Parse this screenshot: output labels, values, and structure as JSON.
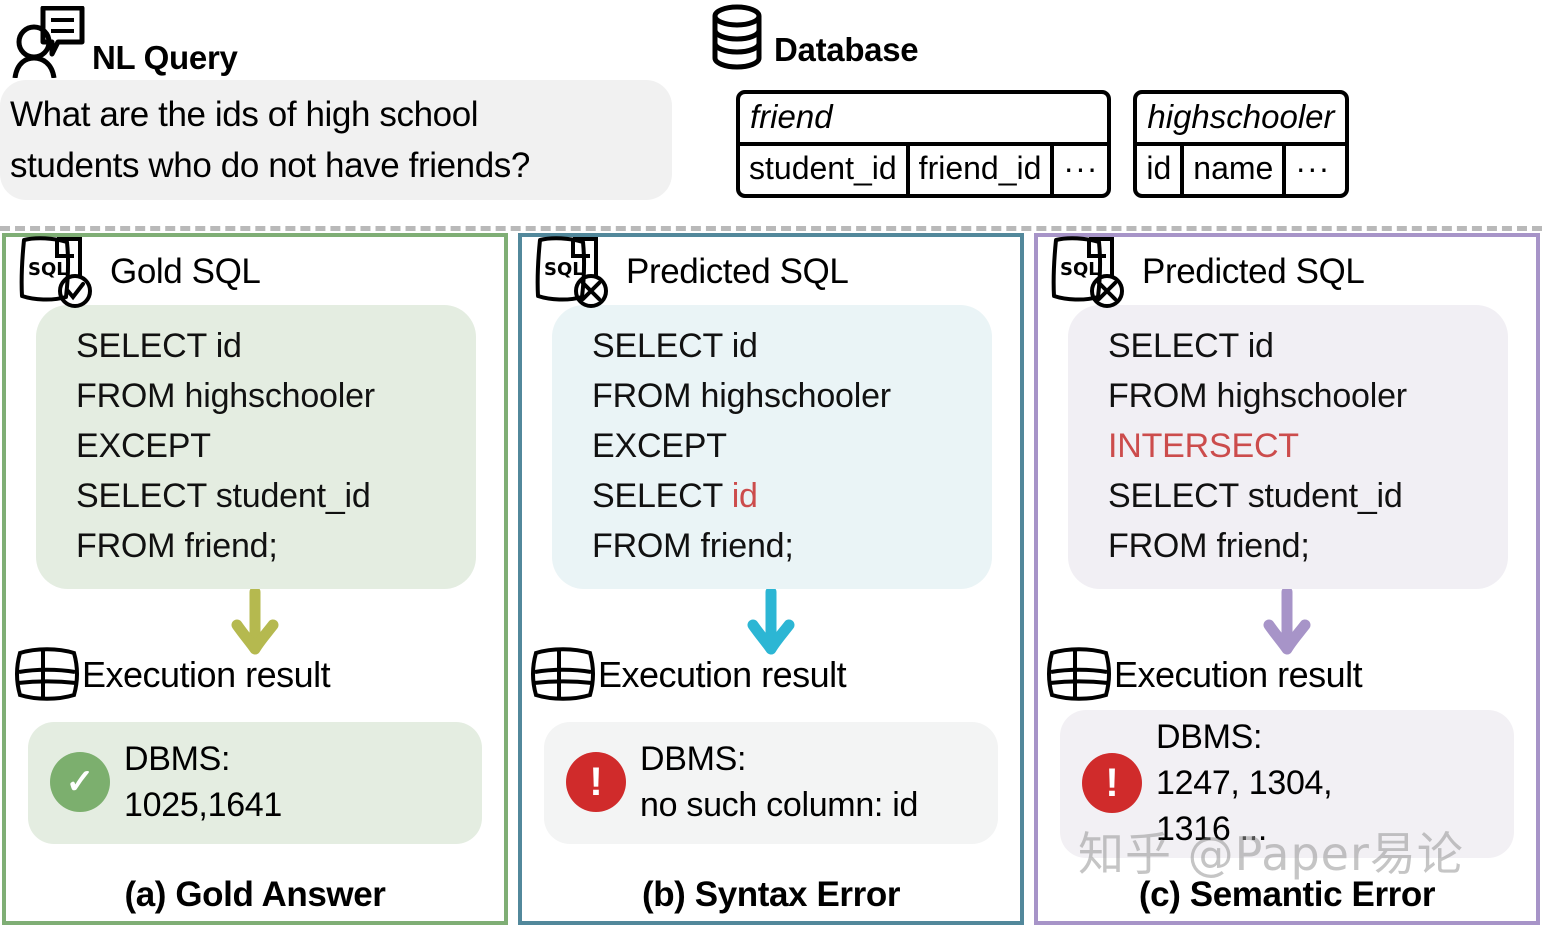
{
  "nl_query": {
    "title": "NL Query",
    "icon": "person-speech-bubble-icon",
    "lines": [
      "What are the ids of high school",
      "students who do not have friends?"
    ]
  },
  "database": {
    "title": "Database",
    "icon": "database-cylinder-icon",
    "tables": [
      {
        "name": "friend",
        "columns": [
          "student_id",
          "friend_id",
          "···"
        ]
      },
      {
        "name": "highschooler",
        "columns": [
          "id",
          "name",
          "···"
        ]
      }
    ]
  },
  "panels": [
    {
      "id": "gold",
      "header_label": "Gold SQL",
      "header_icon": "sql-document-check-icon",
      "border_color": "#7fae75",
      "code_bg": "#e4ede1",
      "arrow_color": "#b5b94f",
      "code_lines": [
        {
          "text": "SELECT id",
          "error_token": ""
        },
        {
          "text": "FROM highschooler",
          "error_token": ""
        },
        {
          "text": "EXCEPT",
          "error_token": ""
        },
        {
          "text": "SELECT student_id",
          "error_token": ""
        },
        {
          "text": "FROM friend;",
          "error_token": ""
        }
      ],
      "result_label": "Execution result",
      "result_icon": "table-grid-icon",
      "status_icon": "check-circle-icon",
      "status_color": "#7caf6e",
      "status_glyph": "✓",
      "result_lines": [
        "DBMS:",
        "1025,1641"
      ],
      "caption": "(a) Gold Answer"
    },
    {
      "id": "syntax-error",
      "header_label": "Predicted SQL",
      "header_icon": "sql-document-cross-icon",
      "border_color": "#52889b",
      "code_bg": "#eaf4f6",
      "arrow_color": "#2cb6d4",
      "code_lines": [
        {
          "text": "SELECT id",
          "error_token": ""
        },
        {
          "text": "FROM highschooler",
          "error_token": ""
        },
        {
          "text": "EXCEPT",
          "error_token": ""
        },
        {
          "text": "SELECT ",
          "error_token": "id"
        },
        {
          "text": "FROM friend;",
          "error_token": ""
        }
      ],
      "result_label": "Execution result",
      "result_icon": "table-grid-icon",
      "status_icon": "exclamation-circle-icon",
      "status_color": "#d02b2b",
      "status_glyph": "!",
      "result_lines": [
        "DBMS:",
        "no such column: id"
      ],
      "caption": "(b) Syntax Error"
    },
    {
      "id": "semantic-error",
      "header_label": "Predicted SQL",
      "header_icon": "sql-document-cross-icon",
      "border_color": "#a794c8",
      "code_bg": "#f1eff4",
      "arrow_color": "#a794c8",
      "code_lines": [
        {
          "text": "SELECT id",
          "error_token": ""
        },
        {
          "text": "FROM highschooler",
          "error_token": ""
        },
        {
          "text": "",
          "error_token": "INTERSECT"
        },
        {
          "text": "SELECT student_id",
          "error_token": ""
        },
        {
          "text": "FROM friend;",
          "error_token": ""
        }
      ],
      "result_label": "Execution result",
      "result_icon": "table-grid-icon",
      "status_icon": "exclamation-circle-icon",
      "status_color": "#d02b2b",
      "status_glyph": "!",
      "result_lines": [
        "DBMS:",
        "1247, 1304,",
        "1316 ..."
      ],
      "caption": "(c) Semantic Error"
    }
  ],
  "watermark": "知乎 @Paper易论"
}
